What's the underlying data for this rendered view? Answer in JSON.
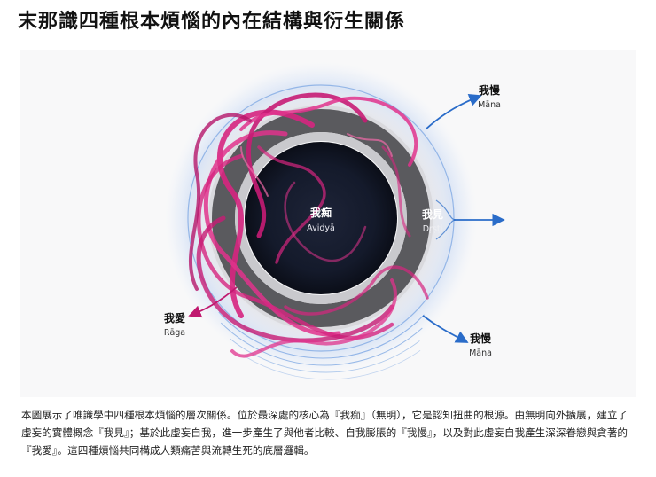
{
  "title": "末那識四種根本煩惱的內在結構與衍生關係",
  "diagram": {
    "core": {
      "zh": "我痴",
      "en": "Avidyā"
    },
    "inner_right": {
      "zh": "我見",
      "en": "Dṛṣṭi"
    },
    "top_right": {
      "zh": "我慢",
      "en": "Māna"
    },
    "bottom_right": {
      "zh": "我慢",
      "en": "Māna"
    },
    "left": {
      "zh": "我愛",
      "en": "Rāga"
    },
    "colors": {
      "core": "#161c2e",
      "ring": "#555559",
      "glow": "#d7d7db",
      "tendril": "#d6257f",
      "tendril_dark": "#8a1554",
      "mana": "#2a6cc9"
    }
  },
  "caption": "本圖展示了唯識學中四種根本煩惱的層次關係。位於最深處的核心為『我痴』（無明），它是認知扭曲的根源。由無明向外擴展，建立了虛妄的實體概念『我見』；基於此虛妄自我，進一步產生了與他者比較、自我膨脹的『我慢』，以及對此虛妄自我產生深深眷戀與貪著的『我愛』。這四種煩惱共同構成人類痛苦與流轉生死的底層邏輯。"
}
